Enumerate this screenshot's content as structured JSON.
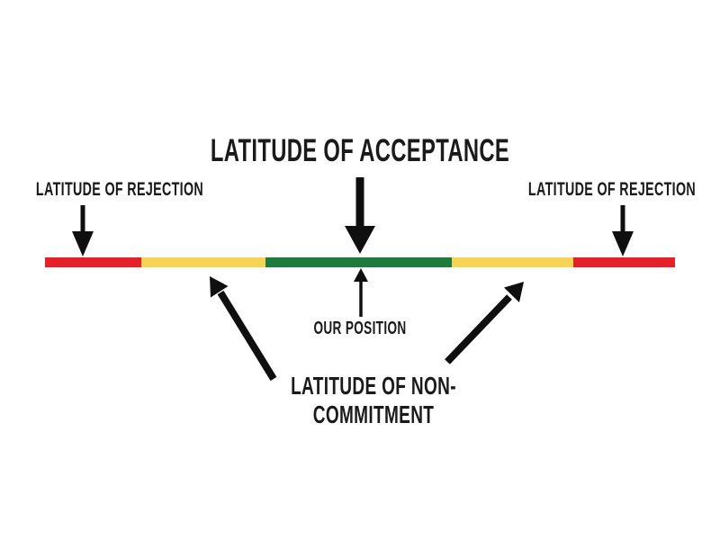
{
  "diagram": {
    "title": "LATITUDE OF ACCEPTANCE",
    "labels": {
      "rejection_left": "LATITUDE OF REJECTION",
      "rejection_right": "LATITUDE OF REJECTION",
      "our_position": "OUR POSITION",
      "non_commitment": "LATITUDE OF NON-\nCOMMITMENT"
    },
    "colors": {
      "rejection": "#e62029",
      "non_commitment": "#f7d554",
      "acceptance": "#1e7b3e",
      "arrow": "#0f0f0f",
      "text": "#1a1a1a",
      "background": "#ffffff"
    },
    "bar": {
      "segments": [
        {
          "name": "rejection-left",
          "role": "rejection",
          "color": "#e62029",
          "width_pct": 15.3
        },
        {
          "name": "non-commitment-left",
          "role": "non-commitment",
          "color": "#f7d554",
          "width_pct": 19.7
        },
        {
          "name": "acceptance",
          "role": "acceptance",
          "color": "#1e7b3e",
          "width_pct": 29.6
        },
        {
          "name": "non-commitment-right",
          "role": "non-commitment",
          "color": "#f7d554",
          "width_pct": 19.3
        },
        {
          "name": "rejection-right",
          "role": "rejection",
          "color": "#e62029",
          "width_pct": 16.1
        }
      ]
    }
  }
}
